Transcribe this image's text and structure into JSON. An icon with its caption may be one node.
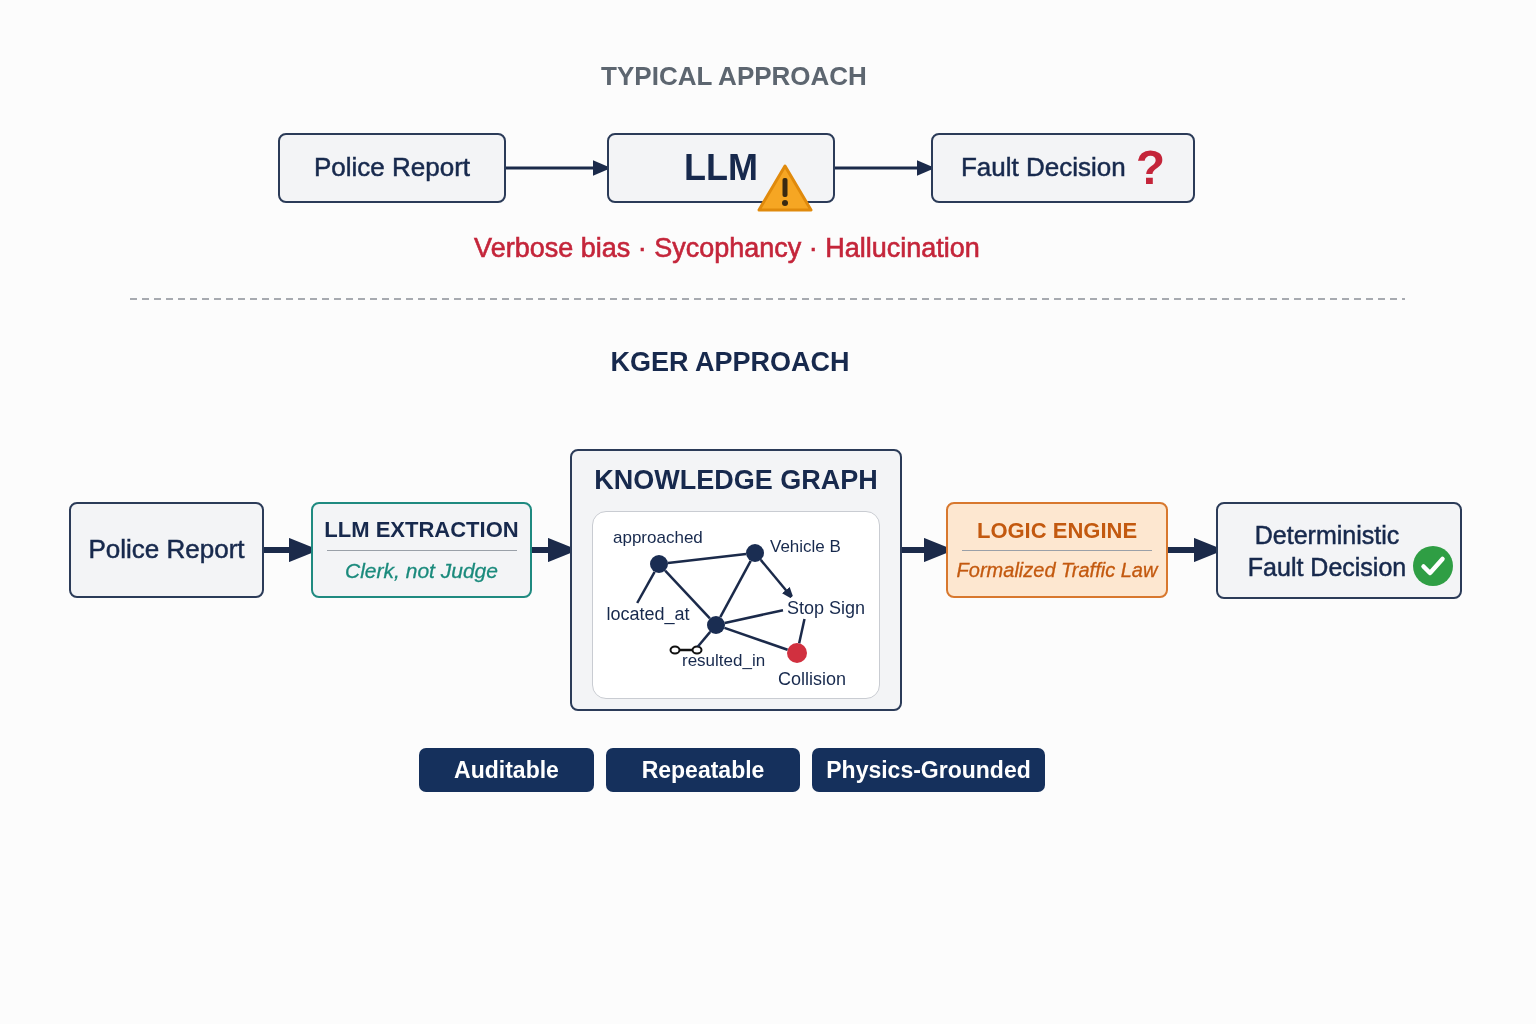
{
  "diagram": {
    "nodes": [
      {
        "text": [
          "Police Report"
        ]
      },
      {
        "text": [
          "LLM"
        ]
      },
      {
        "text": [
          "Fault Decision",
          "?"
        ]
      },
      {
        "text": [
          "Police Report"
        ]
      },
      {
        "text": [
          "LLM EXTRACTION",
          "Clerk, not Judge"
        ]
      },
      {
        "text": [
          "KNOWLEDGE GRAPH"
        ]
      },
      {
        "text": [],
        "shape": "box",
        "in": 5
      },
      {
        "text": [],
        "shape": "circle",
        "in": 6,
        "beside": [
          "approached"
        ]
      },
      {
        "text": [],
        "shape": "circle",
        "in": 6,
        "beside": [
          "Vehicle B"
        ]
      },
      {
        "text": [
          "located_at"
        ],
        "in": 6
      },
      {
        "text": [
          "Stop Sign"
        ],
        "in": 6
      },
      {
        "text": [],
        "shape": "circle",
        "in": 6
      },
      {
        "text": [],
        "shape": "picture",
        "in": 6,
        "beside": [
          "resulted_in"
        ]
      },
      {
        "text": [],
        "shape": "circle",
        "in": 6,
        "beside": [
          "Collision"
        ]
      },
      {
        "text": [
          "LOGIC ENGINE",
          "Formalized Traffic Law"
        ]
      },
      {
        "text": [
          "Deterministic Fault Decision"
        ]
      },
      {
        "text": [
          "Auditable"
        ]
      },
      {
        "text": [
          "Repeatable"
        ]
      },
      {
        "text": [
          "Physics-Grounded"
        ]
      }
    ],
    "edges": [
      {
        "from": 0,
        "to": 1,
        "arrow": "to"
      },
      {
        "from": 1,
        "to": 2,
        "arrow": "to"
      },
      {
        "from": 3,
        "to": 4,
        "arrow": "to",
        "style": "thick"
      },
      {
        "from": 4,
        "to": 5,
        "arrow": "to",
        "style": "thick"
      },
      {
        "from": 7,
        "to": 8,
        "arrow": "none"
      },
      {
        "from": 7,
        "to": 9,
        "arrow": "none"
      },
      {
        "from": 7,
        "to": 11,
        "arrow": "none"
      },
      {
        "from": 8,
        "to": 11,
        "arrow": "none"
      },
      {
        "from": 8,
        "to": 10,
        "arrow": "to"
      },
      {
        "from": 11,
        "to": 10,
        "arrow": "none"
      },
      {
        "from": 10,
        "to": 13,
        "arrow": "none"
      },
      {
        "from": 11,
        "to": 13,
        "arrow": "none"
      },
      {
        "from": 11,
        "to": 12,
        "arrow": "none"
      },
      {
        "from": 5,
        "to": 14,
        "arrow": "to",
        "style": "thick"
      },
      {
        "from": 14,
        "to": 15,
        "arrow": "to",
        "style": "thick"
      }
    ],
    "labels": [
      "TYPICAL APPROACH",
      "Verbose bias · Sycophancy · Hallucination",
      "KGER APPROACH"
    ]
  }
}
